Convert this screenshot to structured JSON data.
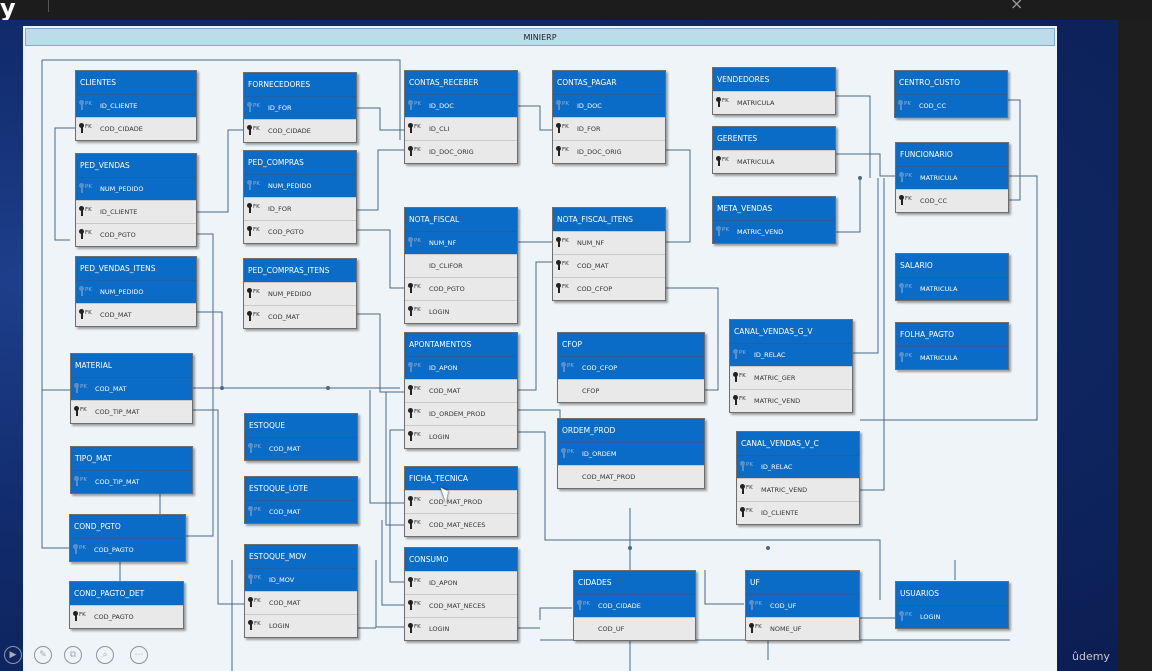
{
  "app": {
    "logo": "y",
    "close_glyph": "×",
    "watermark": "ûdemy"
  },
  "diagram": {
    "title": "MINIERP",
    "entities": [
      {
        "id": "clientes",
        "name": "CLIENTES",
        "fields": [
          {
            "key": "PK",
            "name": "ID_CLIENTE"
          },
          {
            "key": "FK",
            "name": "COD_CIDADE"
          }
        ]
      },
      {
        "id": "ped_vendas",
        "name": "PED_VENDAS",
        "fields": [
          {
            "key": "PK",
            "name": "NUM_PEDIDO"
          },
          {
            "key": "FK",
            "name": "ID_CLIENTE"
          },
          {
            "key": "FK",
            "name": "COD_PGTO"
          }
        ]
      },
      {
        "id": "ped_vendas_itens",
        "name": "PED_VENDAS_ITENS",
        "fields": [
          {
            "key": "PK",
            "name": "NUM_PEDIDO"
          },
          {
            "key": "FK",
            "name": "COD_MAT"
          }
        ]
      },
      {
        "id": "material",
        "name": "MATERIAL",
        "fields": [
          {
            "key": "PK",
            "name": "COD_MAT"
          },
          {
            "key": "FK",
            "name": "COD_TIP_MAT"
          }
        ]
      },
      {
        "id": "tipo_mat",
        "name": "TIPO_MAT",
        "fields": [
          {
            "key": "PK",
            "name": "COD_TIP_MAT"
          }
        ]
      },
      {
        "id": "cond_pagto",
        "name": "COND_PGTO",
        "fields": [
          {
            "key": "PK",
            "name": "COD_PAGTO"
          }
        ]
      },
      {
        "id": "cond_pagto_det",
        "name": "COND_PAGTO_DET",
        "fields": [
          {
            "key": "FK",
            "name": "COD_PAGTO"
          }
        ]
      },
      {
        "id": "fornecedores",
        "name": "FORNECEDORES",
        "fields": [
          {
            "key": "PK",
            "name": "ID_FOR"
          },
          {
            "key": "FK",
            "name": "COD_CIDADE"
          }
        ]
      },
      {
        "id": "ped_compras",
        "name": "PED_COMPRAS",
        "fields": [
          {
            "key": "PK",
            "name": "NUM_PEDIDO"
          },
          {
            "key": "FK",
            "name": "ID_FOR"
          },
          {
            "key": "FK",
            "name": "COD_PGTO"
          }
        ]
      },
      {
        "id": "ped_compras_itens",
        "name": "PED_COMPRAS_ITENS",
        "fields": [
          {
            "key": "FK",
            "name": "NUM_PEDIDO"
          },
          {
            "key": "FK",
            "name": "COD_MAT"
          }
        ]
      },
      {
        "id": "estoque",
        "name": "ESTOQUE",
        "fields": [
          {
            "key": "PK",
            "name": "COD_MAT"
          }
        ]
      },
      {
        "id": "estoque_lote",
        "name": "ESTOQUE_LOTE",
        "fields": [
          {
            "key": "PK",
            "name": "COD_MAT"
          }
        ]
      },
      {
        "id": "estoque_mov",
        "name": "ESTOQUE_MOV",
        "fields": [
          {
            "key": "PK",
            "name": "ID_MOV"
          },
          {
            "key": "FK",
            "name": "COD_MAT"
          },
          {
            "key": "FK",
            "name": "LOGIN"
          }
        ]
      },
      {
        "id": "contas_receber",
        "name": "CONTAS_RECEBER",
        "fields": [
          {
            "key": "PK",
            "name": "ID_DOC"
          },
          {
            "key": "FK",
            "name": "ID_CLI"
          },
          {
            "key": "FK",
            "name": "ID_DOC_ORIG"
          }
        ]
      },
      {
        "id": "nota_fiscal",
        "name": "NOTA_FISCAL",
        "fields": [
          {
            "key": "PK",
            "name": "NUM_NF"
          },
          {
            "key": "",
            "name": "ID_CLIFOR"
          },
          {
            "key": "FK",
            "name": "COD_PGTO"
          },
          {
            "key": "FK",
            "name": "LOGIN"
          }
        ]
      },
      {
        "id": "apontamentos",
        "name": "APONTAMENTOS",
        "fields": [
          {
            "key": "PK",
            "name": "ID_APON"
          },
          {
            "key": "FK",
            "name": "COD_MAT"
          },
          {
            "key": "FK",
            "name": "ID_ORDEM_PROD"
          },
          {
            "key": "FK",
            "name": "LOGIN"
          }
        ]
      },
      {
        "id": "ficha_tecnica",
        "name": "FICHA_TECNICA",
        "fields": [
          {
            "key": "FK",
            "name": "COD_MAT_PROD"
          },
          {
            "key": "FK",
            "name": "COD_MAT_NECES"
          }
        ]
      },
      {
        "id": "consumo",
        "name": "CONSUMO",
        "fields": [
          {
            "key": "FK",
            "name": "ID_APON"
          },
          {
            "key": "FK",
            "name": "COD_MAT_NECES"
          },
          {
            "key": "FK",
            "name": "LOGIN"
          }
        ]
      },
      {
        "id": "contas_pagar",
        "name": "CONTAS_PAGAR",
        "fields": [
          {
            "key": "PK",
            "name": "ID_DOC"
          },
          {
            "key": "FK",
            "name": "ID_FOR"
          },
          {
            "key": "FK",
            "name": "ID_DOC_ORIG"
          }
        ]
      },
      {
        "id": "nota_fiscal_itens",
        "name": "NOTA_FISCAL_ITENS",
        "fields": [
          {
            "key": "FK",
            "name": "NUM_NF"
          },
          {
            "key": "FK",
            "name": "COD_MAT"
          },
          {
            "key": "FK",
            "name": "COD_CFOP"
          }
        ]
      },
      {
        "id": "cfop",
        "name": "CFOP",
        "fields": [
          {
            "key": "PK",
            "name": "COD_CFOP"
          },
          {
            "key": "",
            "name": "CFOP"
          }
        ]
      },
      {
        "id": "ordem_prod",
        "name": "ORDEM_PROD",
        "fields": [
          {
            "key": "PK",
            "name": "ID_ORDEM"
          },
          {
            "key": "",
            "name": "COD_MAT_PROD"
          }
        ]
      },
      {
        "id": "cidades",
        "name": "CIDADES",
        "fields": [
          {
            "key": "PK",
            "name": "COD_CIDADE"
          },
          {
            "key": "",
            "name": "COD_UF"
          }
        ]
      },
      {
        "id": "vendedores",
        "name": "VENDEDORES",
        "fields": [
          {
            "key": "FK",
            "name": "MATRICULA"
          }
        ]
      },
      {
        "id": "gerentes",
        "name": "GERENTES",
        "fields": [
          {
            "key": "FK",
            "name": "MATRICULA"
          }
        ]
      },
      {
        "id": "meta_vendas",
        "name": "META_VENDAS",
        "fields": [
          {
            "key": "PK",
            "name": "MATRIC_VEND"
          }
        ]
      },
      {
        "id": "canal_vendas_g_v",
        "name": "CANAL_VENDAS_G_V",
        "fields": [
          {
            "key": "PK",
            "name": "ID_RELAC"
          },
          {
            "key": "FK",
            "name": "MATRIC_GER"
          },
          {
            "key": "FK",
            "name": "MATRIC_VEND"
          }
        ]
      },
      {
        "id": "canal_vendas_v_c",
        "name": "CANAL_VENDAS_V_C",
        "fields": [
          {
            "key": "PK",
            "name": "ID_RELAC"
          },
          {
            "key": "FK",
            "name": "MATRIC_VEND"
          },
          {
            "key": "FK",
            "name": "ID_CLIENTE"
          }
        ]
      },
      {
        "id": "uf",
        "name": "UF",
        "fields": [
          {
            "key": "PK",
            "name": "COD_UF"
          },
          {
            "key": "FK",
            "name": "NOME_UF"
          }
        ]
      },
      {
        "id": "centro_custo",
        "name": "CENTRO_CUSTO",
        "fields": [
          {
            "key": "PK",
            "name": "COD_CC"
          }
        ]
      },
      {
        "id": "funcionario",
        "name": "FUNCIONARIO",
        "fields": [
          {
            "key": "PK",
            "name": "MATRICULA"
          },
          {
            "key": "FK",
            "name": "COD_CC"
          }
        ]
      },
      {
        "id": "salario",
        "name": "SALARIO",
        "fields": [
          {
            "key": "PK",
            "name": "MATRICULA"
          }
        ]
      },
      {
        "id": "folha_pagto",
        "name": "FOLHA_PAGTO",
        "fields": [
          {
            "key": "PK",
            "name": "MATRICULA"
          }
        ]
      },
      {
        "id": "usuarios",
        "name": "USUARIOS",
        "fields": [
          {
            "key": "PK",
            "name": "LOGIN"
          }
        ]
      }
    ]
  }
}
